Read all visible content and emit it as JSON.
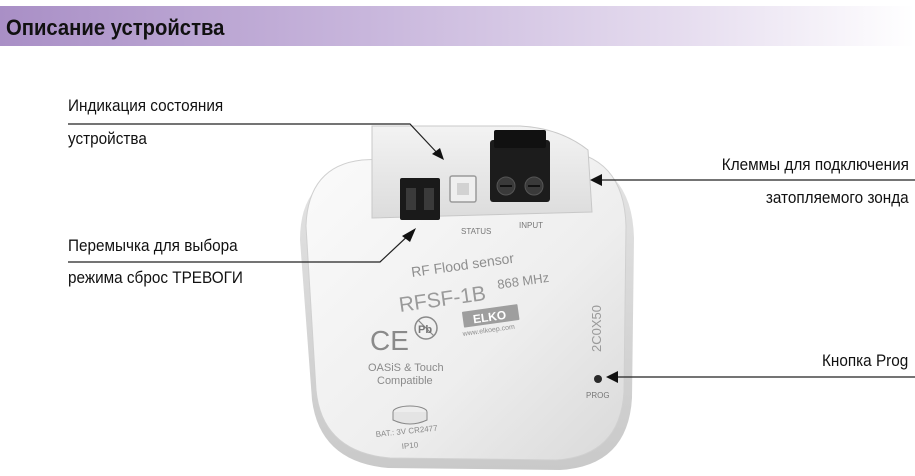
{
  "header": {
    "title": "Описание устройства"
  },
  "callouts": {
    "status": {
      "line1": "Индикация состояния",
      "line2": "устройства"
    },
    "terminals": {
      "line1": "Клеммы для подключения",
      "line2": "затопляемого зонда"
    },
    "jumper": {
      "line1": "Перемычка для выбора",
      "line2": "режима сброс ТРЕВОГИ"
    },
    "prog_button": {
      "line1": "Кнопка Prog"
    }
  },
  "device": {
    "port_labels": {
      "status": "STATUS",
      "input": "INPUT"
    },
    "title": "RF Flood sensor",
    "model": "RFSF-1B",
    "frequency": "868 MHz",
    "brand": "ELKO",
    "website": "www.elkoep.com",
    "compat_line1": "OASiS & Touch",
    "compat_line2": "Compatible",
    "code": "2C0X50",
    "prog_label": "PROG",
    "battery": "BAT.: 3V CR2477",
    "ip_rating": "IP10",
    "ce_mark": "CE",
    "pb_mark": "Pb"
  }
}
